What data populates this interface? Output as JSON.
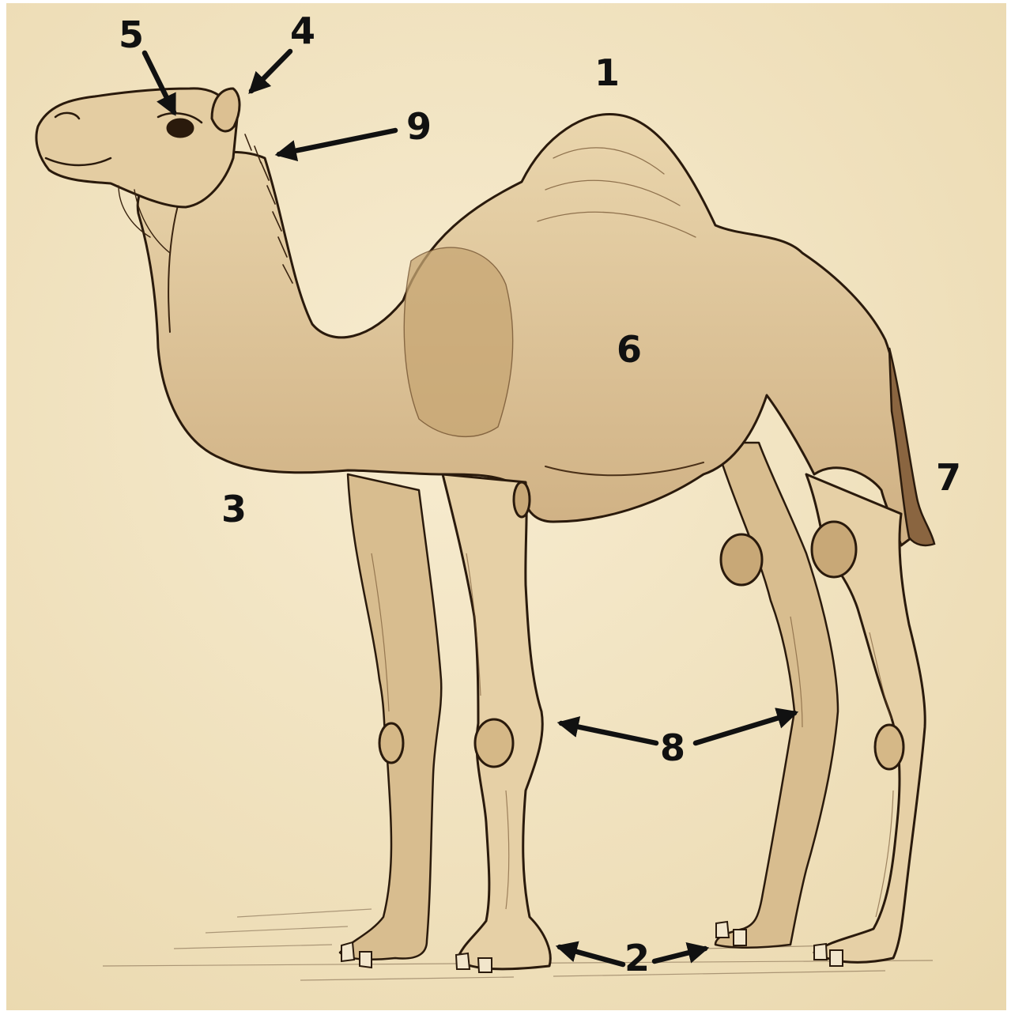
{
  "colors": {
    "paper": "#f3e6c6",
    "paper_edge": "#e9d7ae",
    "ink": "#2a1a0c",
    "body_fill": "#e2c99c",
    "body_shade": "#c9a874",
    "arrow": "#111111"
  },
  "labels": {
    "hump": "1",
    "feet": "2",
    "chest": "3",
    "ear": "4",
    "eye": "5",
    "body": "6",
    "tail": "7",
    "knees": "8",
    "neck": "9"
  }
}
